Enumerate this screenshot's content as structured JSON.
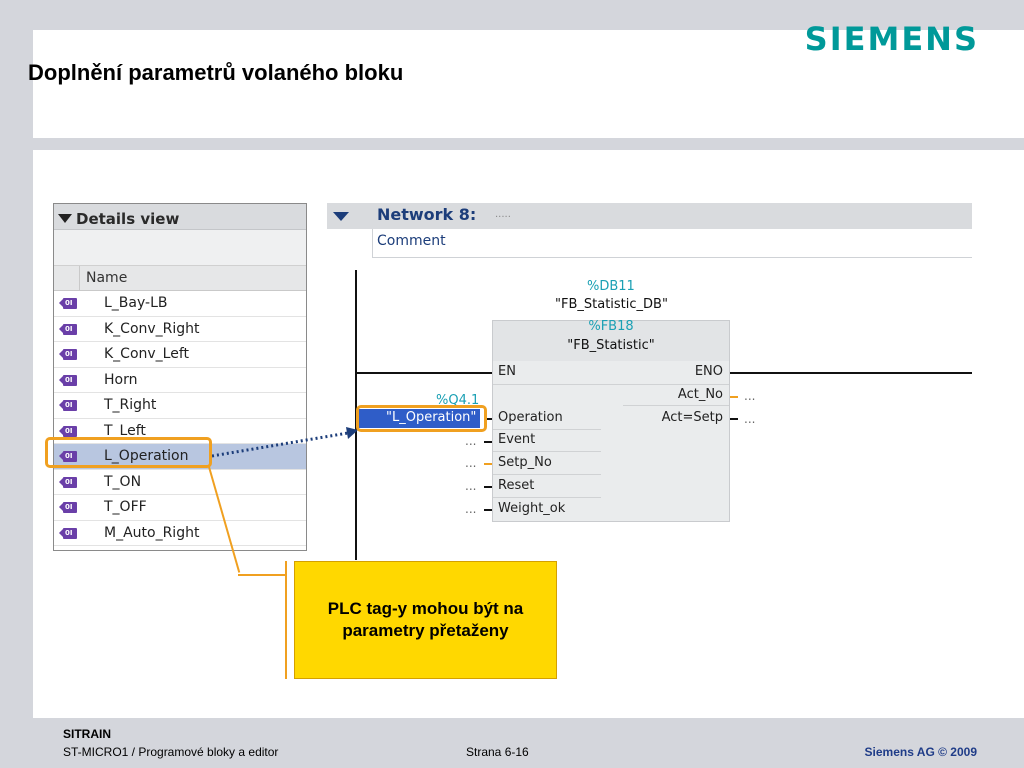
{
  "slide": {
    "title": "Doplnění parametrů volaného bloku",
    "logo": "SIEMENS"
  },
  "footer": {
    "brand": "SITRAIN",
    "course": "ST-MICRO1 / Programové bloky a editor",
    "page": "Strana 6-16",
    "copyright": "Siemens AG © 2009"
  },
  "details_view": {
    "title": "Details view",
    "column_name": "Name",
    "icon": "plc-tag-icon",
    "icon_text": "0I",
    "selected_index": 6,
    "items": [
      "L_Bay-LB",
      "K_Conv_Right",
      "K_Conv_Left",
      "Horn",
      "T_Right",
      "T_Left",
      "L_Operation",
      "T_ON",
      "T_OFF",
      "M_Auto_Right"
    ]
  },
  "network": {
    "title": "Network 8:",
    "title_dots": ".....",
    "comment": "Comment",
    "db_address": "%DB11",
    "db_name": "\"FB_Statistic_DB\"",
    "fb_address": "%FB18",
    "fb_name": "\"FB_Statistic\"",
    "inputs": [
      "EN",
      "Operation",
      "Event",
      "Setp_No",
      "Reset",
      "Weight_ok"
    ],
    "outputs": [
      "ENO",
      "Act_No",
      "Act=Setp"
    ],
    "placeholder": "...",
    "operation_address": "%Q4.1",
    "operation_tag": "\"L_Operation\""
  },
  "callout": {
    "text": "PLC tag-y mohou být na parametry přetaženy"
  },
  "colors": {
    "siemens_teal": "#009999",
    "highlight_orange": "#f0a020",
    "callout_yellow": "#ffd800",
    "tag_blue": "#2f5dc8"
  }
}
